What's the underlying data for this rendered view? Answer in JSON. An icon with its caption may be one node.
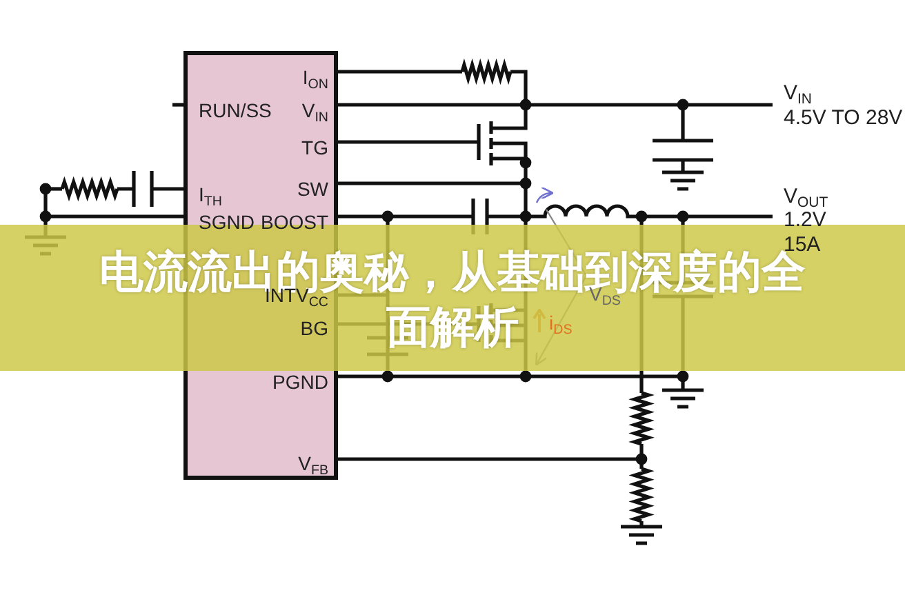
{
  "diagram": {
    "title": "电流流出的奥秘，从基础到深度的全面解析",
    "nodes": [
      {
        "text": [
          "I$_{ON}$",
          "RUN/SS",
          "V$_{IN}$",
          "TG",
          "I$_{TH}$",
          "SW",
          "SGND",
          "BOOST",
          "INTV$_{CC}$",
          "BG",
          "PGND",
          "V$_{FB}$"
        ]
      }
    ],
    "labels": [
      "V$_{IN}$",
      "4.5V TO 28V",
      "V$_{OUT}$",
      "1.2V",
      "15A",
      "V$_{DS}$",
      "i$_{DS}$"
    ]
  }
}
